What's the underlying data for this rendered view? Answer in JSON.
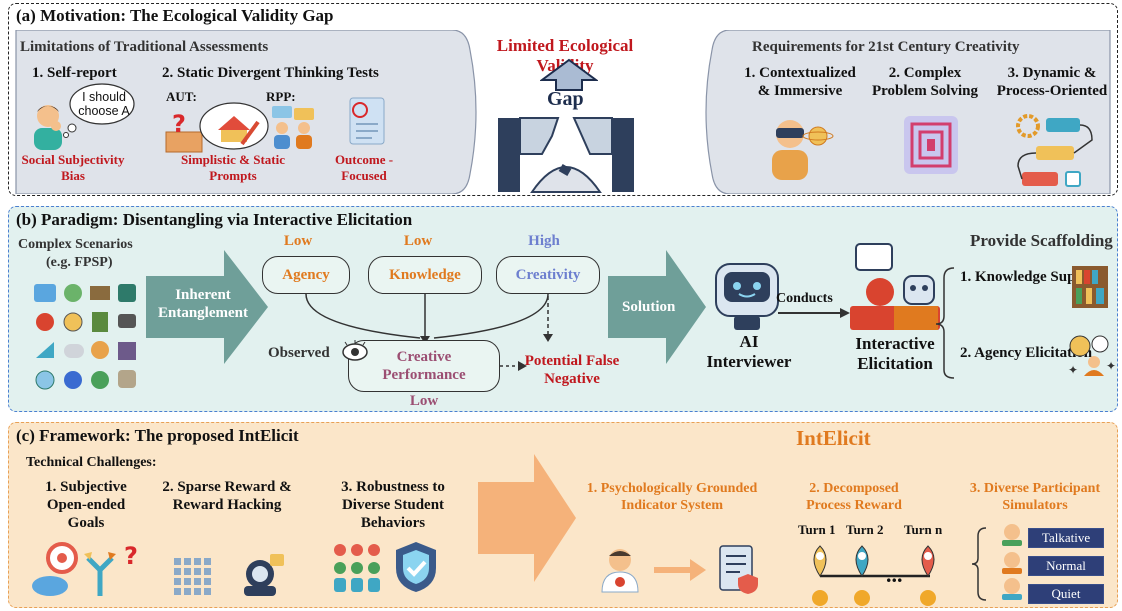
{
  "panel_a": {
    "title": "(a) Motivation: The Ecological Validity Gap",
    "left_box": {
      "title": "Limitations of Traditional Assessments",
      "item1": "1. Self-report",
      "item2": "2. Static Divergent Thinking Tests",
      "bubble_text": "I should choose A",
      "aut": "AUT:",
      "rpp": "RPP:",
      "label1": "Social Subjectivity Bias",
      "label2": "Simplistic & Static Prompts",
      "label3": "Outcome -Focused"
    },
    "center": {
      "title": "Limited Ecological Validity",
      "gap": "Gap"
    },
    "right_box": {
      "title": "Requirements for 21st Century Creativity",
      "req1": "1. Contextualized & Immersive",
      "req2": "2. Complex Problem Solving",
      "req3": "3. Dynamic & Process-Oriented"
    }
  },
  "panel_b": {
    "title": "(b) Paradigm: Disentangling via Interactive Elicitation",
    "scenarios_title": "Complex Scenarios",
    "scenarios_sub": "(e.g. FPSP)",
    "arrow1": "Inherent Entanglement",
    "levels": {
      "agency": "Low",
      "knowledge": "Low",
      "creativity": "High",
      "performance": "Low"
    },
    "agency": "Agency",
    "knowledge": "Knowledge",
    "creativity": "Creativity",
    "performance": "Creative Performance",
    "observed": "Observed",
    "false_negative": "Potential False Negative",
    "arrow2": "Solution",
    "ai_interviewer": "AI Interviewer",
    "conducts": "Conducts",
    "interactive": "Interactive Elicitation",
    "scaffold_title": "Provide Scaffolding",
    "scaffold1": "1. Knowledge Support",
    "scaffold2": "2. Agency Elicitation"
  },
  "panel_c": {
    "title": "(c) Framework: The proposed IntElicit",
    "challenges_title": "Technical Challenges:",
    "ch1": "1. Subjective Open-ended Goals",
    "ch2": "2. Sparse Reward & Reward Hacking",
    "ch3": "3. Robustness to Diverse Student Behaviors",
    "brand": "IntElicit",
    "comp1": "1. Psychologically Grounded Indicator System",
    "comp2": "2. Decomposed Process Reward",
    "comp3": "3. Diverse Participant Simulators",
    "turn1": "Turn 1",
    "turn2": "Turn 2",
    "turnn": "Turn n",
    "dots": "...",
    "sims": [
      "Talkative",
      "Normal",
      "Quiet"
    ]
  },
  "colors": {
    "red": "#c0181e",
    "orange": "#e07a1f",
    "blue": "#6d7fcf",
    "arrow_teal": "#6f9f99",
    "arrow_orange": "#f5b27a"
  }
}
